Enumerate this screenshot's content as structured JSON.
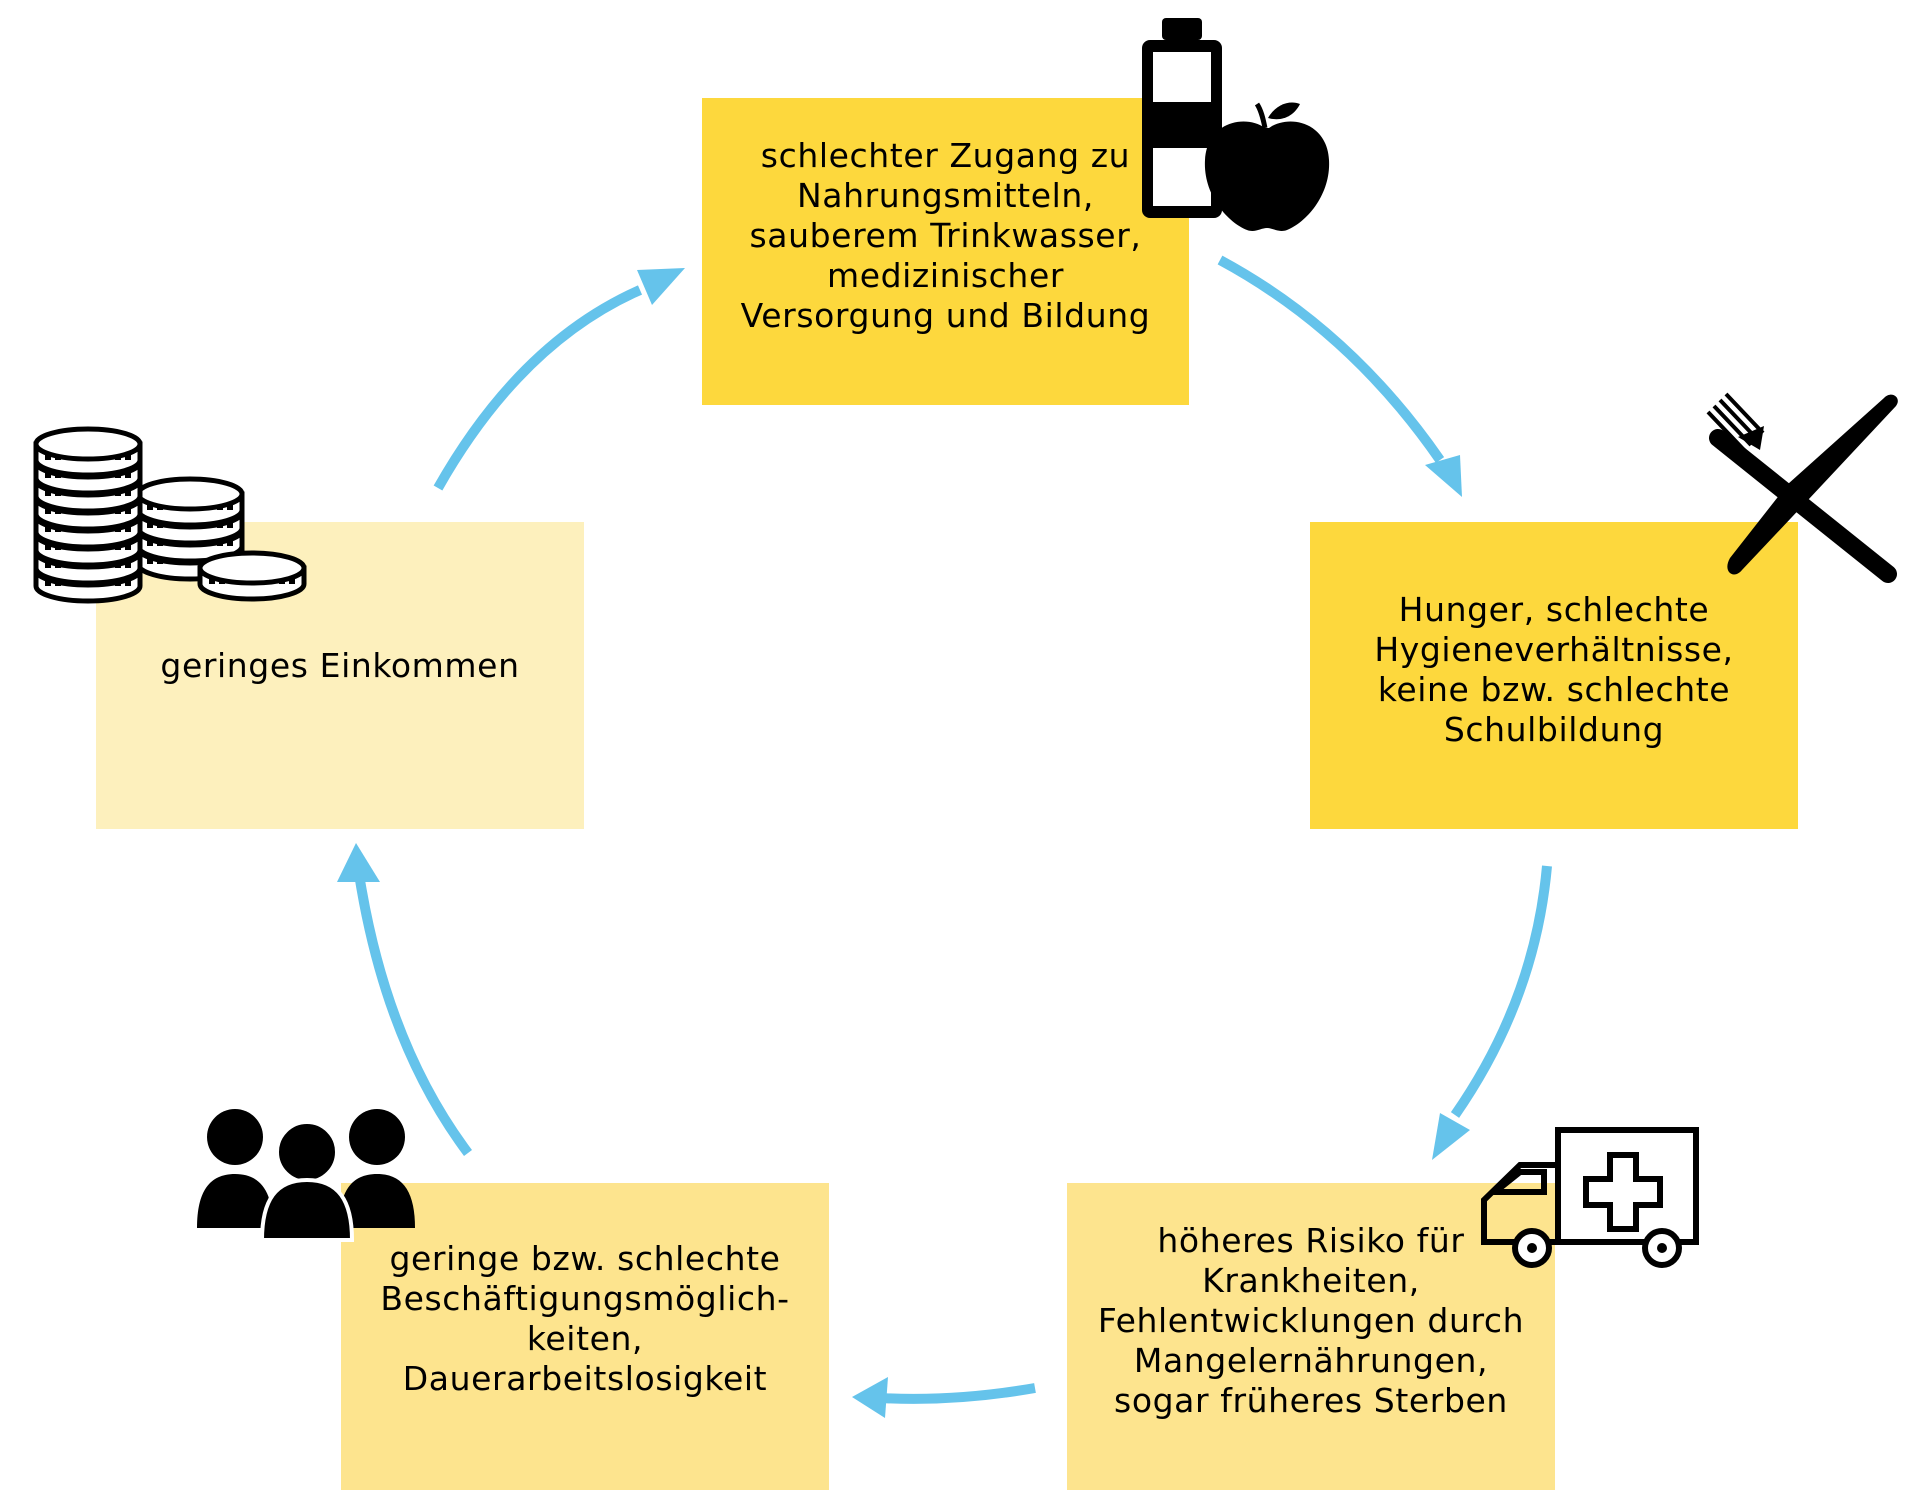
{
  "colors": {
    "box_strong": "#fdd83d",
    "box_medium": "#fde48e",
    "box_light": "#fdf0bd",
    "arrow": "#65c3eb",
    "icon": "#000000"
  },
  "boxes": {
    "top": "schlechter Zugang zu\nNahrungsmitteln,\nsauberem Trinkwasser,\nmedizinischer\nVersorgung und Bildung",
    "right": "Hunger, schlechte\nHygieneverhältnisse,\nkeine bzw. schlechte\nSchulbildung",
    "bottom_right": "höheres Risiko für\nKrankheiten,\nFehlentwicklungen durch\nMangelernährungen,\nsogar früheres Sterben",
    "bottom_left": "geringe bzw. schlechte\nBeschäftigungsmöglich-\nkeiten,\nDauerarbeitslosigkeit",
    "left": "geringes Einkommen"
  },
  "icons": {
    "top": "water-bottle-apple-icon",
    "right": "fork-knife-icon",
    "bottom_right": "ambulance-icon",
    "bottom_left": "group-of-people-icon",
    "left": "coin-stacks-icon"
  }
}
